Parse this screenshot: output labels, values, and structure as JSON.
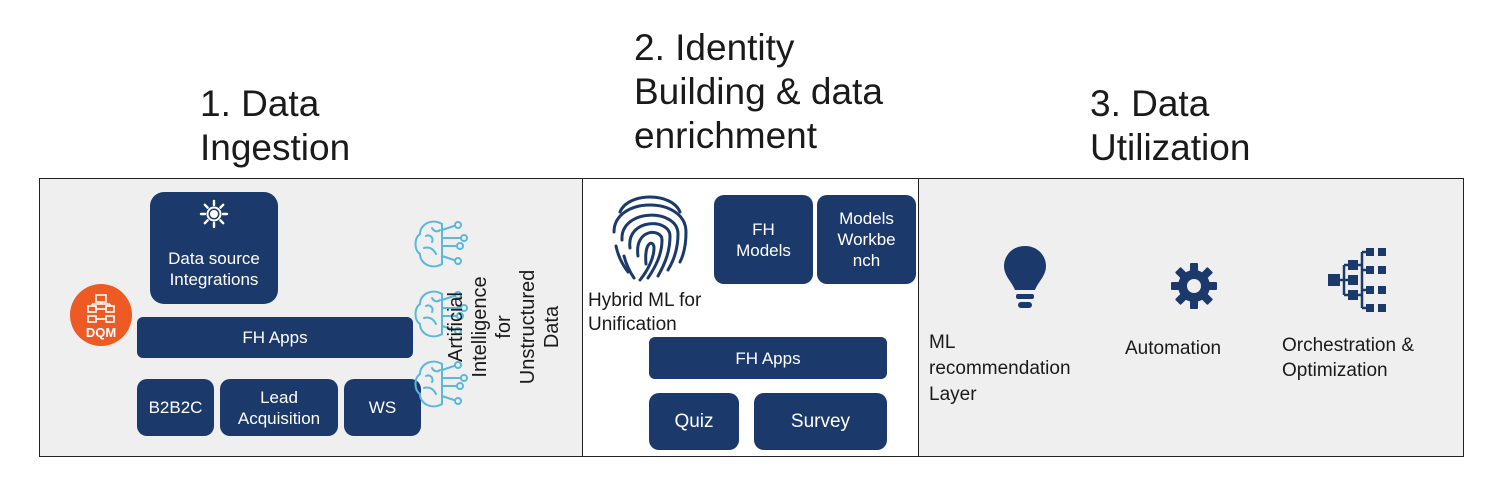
{
  "headings": {
    "step1": "1. Data\nIngestion",
    "step2": "2. Identity\nBuilding & data\nenrichment",
    "step3": "3. Data\nUtilization"
  },
  "panel1": {
    "data_source": "Data source\nIntegrations",
    "dqm": "DQM",
    "fh_apps": "FH Apps",
    "b2b2c": "B2B2C",
    "lead": "Lead\nAcquisition",
    "ws": "WS",
    "ai_text": "Artificial Intelligence\nfor Unstructured Data"
  },
  "panel2": {
    "fh_models": "FH\nModels",
    "workbench": "Models\nWorkbe\nnch",
    "hybrid": "Hybrid ML for\nUnification",
    "fh_apps": "FH Apps",
    "quiz": "Quiz",
    "survey": "Survey"
  },
  "panel3": {
    "ml": "ML\nrecommendation\nLayer",
    "automation": "Automation",
    "orchestration": "Orchestration &\nOptimization"
  },
  "colors": {
    "box": "#1b3a6b",
    "dqm": "#ee5a24",
    "brain": "#5bb8d8",
    "panel_bg": "#efefef"
  },
  "icons": [
    "sun-gear-icon",
    "dqm-network-icon",
    "brain-circuit-icon",
    "fingerprint-icon",
    "lightbulb-icon",
    "gear-icon",
    "hierarchy-icon"
  ]
}
